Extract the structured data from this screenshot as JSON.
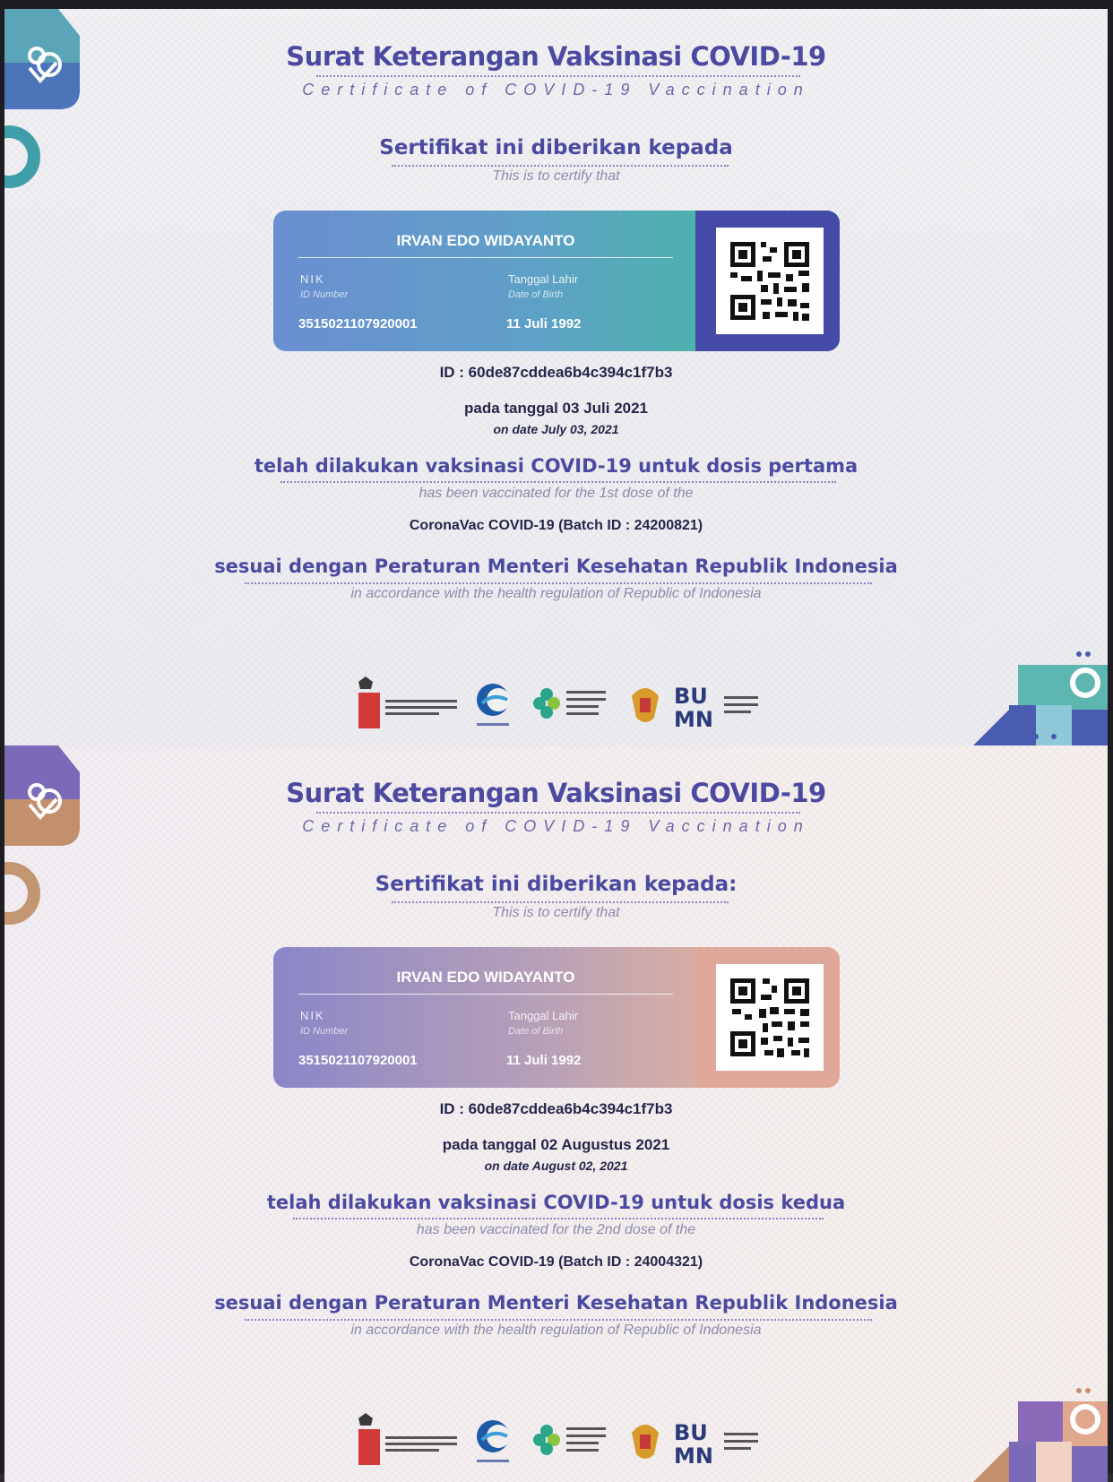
{
  "certificates": [
    {
      "title": "Surat Keterangan Vaksinasi COVID-19",
      "subtitle": "Certificate of COVID-19 Vaccination",
      "heading": "Sertifikat ini diberikan kepada",
      "heading_en": "This is to certify that",
      "card": {
        "name": "IRVAN EDO WIDAYANTO",
        "nik_label": "NIK",
        "nik_label_en": "ID Number",
        "nik_value": "3515021107920001",
        "dob_label": "Tanggal Lahir",
        "dob_label_en": "Date of Birth",
        "dob_value": "11 Juli 1992"
      },
      "id_line": "ID : 60de87cddea6b4c394c1f7b3",
      "date_line": "pada tanggal 03 Juli 2021",
      "date_line_en": "on date July 03, 2021",
      "statement": "telah dilakukan vaksinasi COVID-19 untuk dosis pertama",
      "statement_en": "has been vaccinated for the 1st dose of the",
      "vaccine": "CoronaVac COVID-19 (Batch ID : 24200821)",
      "regulation": "sesuai dengan Peraturan Menteri Kesehatan Republik Indonesia",
      "regulation_en": "in accordance with the health regulation of Republic of Indonesia",
      "colors": {
        "card_start": "#6a8fd0",
        "card_end": "#4bb5a8",
        "qr_frame": "#454aa6"
      }
    },
    {
      "title": "Surat Keterangan Vaksinasi COVID-19",
      "subtitle": "Certificate of COVID-19 Vaccination",
      "heading": "Sertifikat ini diberikan kepada:",
      "heading_en": "This is to certify that",
      "card": {
        "name": "IRVAN EDO WIDAYANTO",
        "nik_label": "NIK",
        "nik_label_en": "ID Number",
        "nik_value": "3515021107920001",
        "dob_label": "Tanggal Lahir",
        "dob_label_en": "Date of Birth",
        "dob_value": "11 Juli 1992"
      },
      "id_line": "ID : 60de87cddea6b4c394c1f7b3",
      "date_line": "pada tanggal 02 Augustus 2021",
      "date_line_en": "on date August 02, 2021",
      "statement": "telah dilakukan vaksinasi COVID-19 untuk dosis kedua",
      "statement_en": "has been vaccinated for the 2nd dose of the",
      "vaccine": "CoronaVac COVID-19 (Batch ID : 24004321)",
      "regulation": "sesuai dengan Peraturan Menteri Kesehatan Republik Indonesia",
      "regulation_en": "in accordance with the health regulation of Republic of Indonesia",
      "colors": {
        "card_start": "#8a86c8",
        "card_end": "#e4b29c",
        "qr_frame": "#e0a89a"
      }
    }
  ],
  "logos": {
    "kpcpen_label": "KPC PEN",
    "kominfo_label": "KOMINFO",
    "bumn_label": "BUMN"
  }
}
